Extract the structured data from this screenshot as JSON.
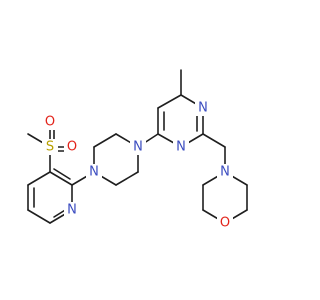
{
  "molecule": {
    "colors": {
      "carbon_bond": "#1f1f1f",
      "nitrogen": "#3b4cc0",
      "oxygen": "#e2231a",
      "sulfur": "#b8a000",
      "background": "#ffffff"
    },
    "labels": {
      "n_pyrimidine_top": "N",
      "n_pyrimidine_bottom": "N",
      "n_morpholine": "N",
      "o_morpholine": "O",
      "n_piperazine_right": "N",
      "n_piperazine_left": "N",
      "n_pyridine": "N",
      "s_sulfonyl": "S",
      "o_sulfonyl_top": "O",
      "o_sulfonyl_bottom": "O"
    }
  }
}
